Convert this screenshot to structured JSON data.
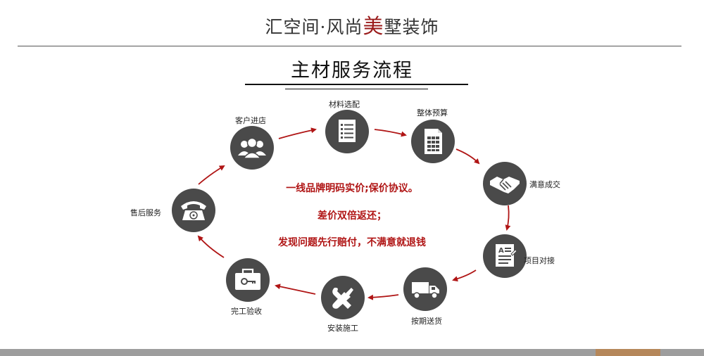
{
  "brand": {
    "part1": "汇空间·风尚",
    "part2": "美",
    "part3": "墅装饰",
    "accent_color": "#9a1b1b"
  },
  "title": "主材服务流程",
  "steps": [
    {
      "label": "客户进店",
      "icon": "customers-icon"
    },
    {
      "label": "材料选配",
      "icon": "checklist-icon"
    },
    {
      "label": "整体预算",
      "icon": "spreadsheet-icon"
    },
    {
      "label": "满意成交",
      "icon": "handshake-icon"
    },
    {
      "label": "项目对接",
      "icon": "document-icon"
    },
    {
      "label": "按期送货",
      "icon": "delivery-truck-icon"
    },
    {
      "label": "安装施工",
      "icon": "tools-icon"
    },
    {
      "label": "完工验收",
      "icon": "briefcase-key-icon"
    },
    {
      "label": "售后服务",
      "icon": "telephone-icon"
    }
  ],
  "center_lines": [
    "一线品牌明码实价;保价协议。",
    "差价双倍返还；",
    "发现问题先行赔付，不满意就退钱"
  ],
  "colors": {
    "circle": "#4a4a4a",
    "arrow": "#b01515",
    "highlight_text": "#b01515",
    "bottom_bar": "#9d9d9d",
    "bottom_accent": "#b5875a"
  }
}
